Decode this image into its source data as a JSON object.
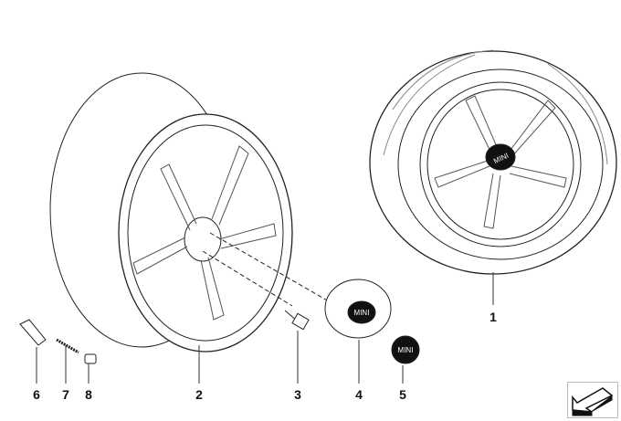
{
  "callouts": [
    {
      "number": "1",
      "part": "tire-wheel-assembly"
    },
    {
      "number": "2",
      "part": "rim"
    },
    {
      "number": "3",
      "part": "wheel-bolt"
    },
    {
      "number": "4",
      "part": "hub-cap"
    },
    {
      "number": "5",
      "part": "emblem"
    },
    {
      "number": "6",
      "part": "valve"
    },
    {
      "number": "7",
      "part": "valve-insert"
    },
    {
      "number": "8",
      "part": "valve-cap"
    }
  ],
  "logo_text": "MINI",
  "nav_icon": "arrow-down-left-icon"
}
